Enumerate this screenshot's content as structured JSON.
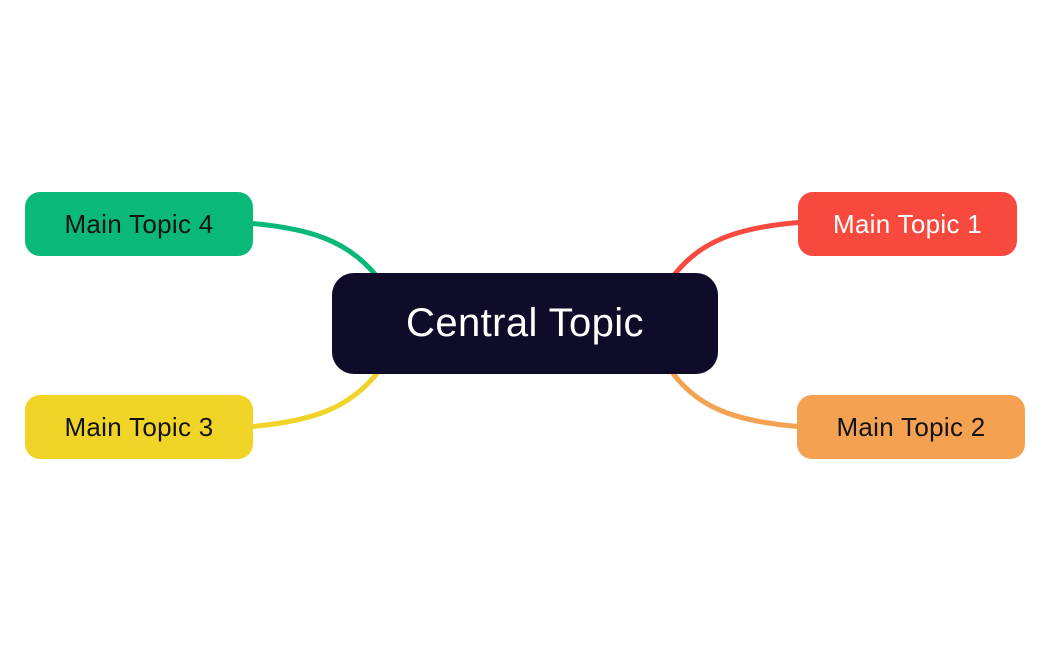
{
  "canvas": {
    "background_color": "#ffffff"
  },
  "central": {
    "label": "Central Topic",
    "bg_color": "#0e0c28",
    "text_color": "#ffffff"
  },
  "topics": [
    {
      "label": "Main Topic 1",
      "position": "top-right",
      "bg_color": "#f8493e",
      "text_color": "#ffffff",
      "connector_color": "#f8493e"
    },
    {
      "label": "Main Topic 2",
      "position": "bottom-right",
      "bg_color": "#f4a252",
      "text_color": "#131313",
      "connector_color": "#f4a252"
    },
    {
      "label": "Main Topic 3",
      "position": "bottom-left",
      "bg_color": "#f0d428",
      "text_color": "#131313",
      "connector_color": "#f0d428"
    },
    {
      "label": "Main Topic 4",
      "position": "top-left",
      "bg_color": "#0ab978",
      "text_color": "#131313",
      "connector_color": "#0ab978"
    }
  ]
}
